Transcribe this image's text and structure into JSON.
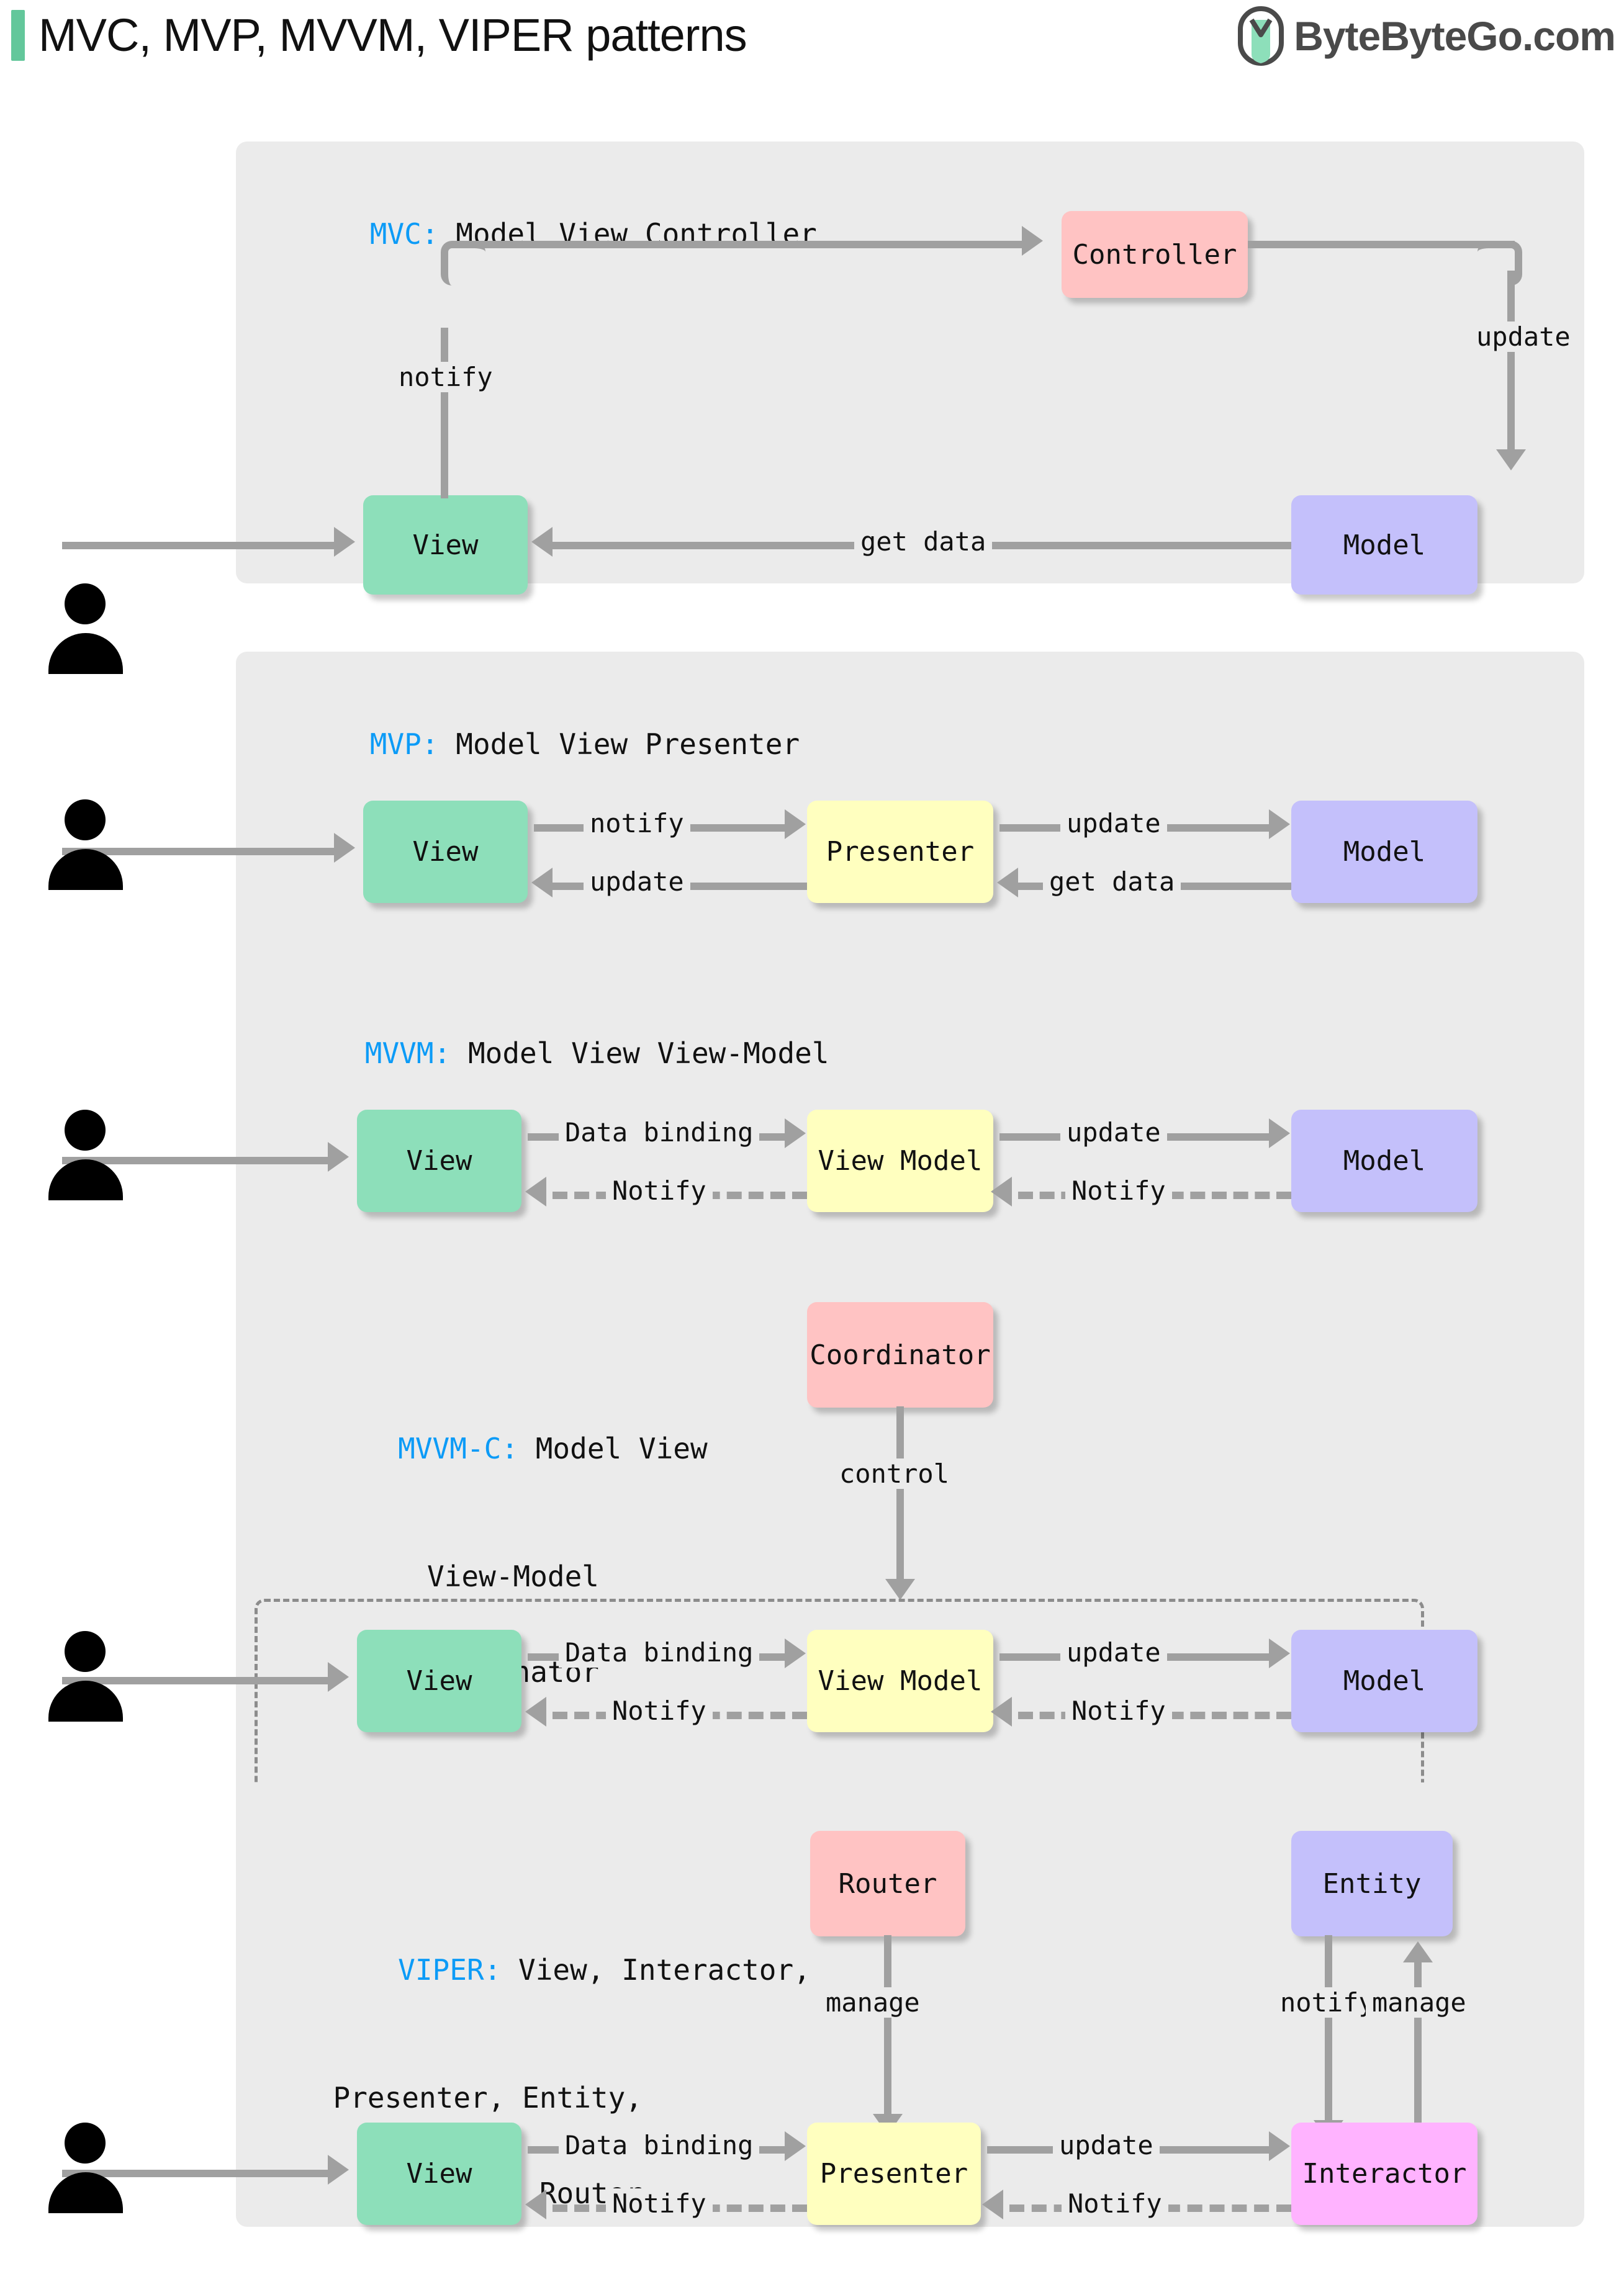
{
  "header": {
    "title": "MVC, MVP, MVVM, VIPER patterns",
    "brand_name": "ByteByteGo.com",
    "accent_color": "#63c79b",
    "brand_text_color": "#4a4a4a"
  },
  "palette": {
    "panel_bg": "#ebebeb",
    "page_bg": "#ffffff",
    "view": "#8ddfba",
    "model": "#c4c0fb",
    "controller": "#ffc3c3",
    "presenter": "#ffffbf",
    "interactor": "#ffb3ff",
    "connector": "#a0a0a0",
    "key_blue": "#0c9bf7"
  },
  "sections": [
    {
      "id": "mvc",
      "key": "MVC:",
      "expansion": " Model View Controller",
      "nodes": {
        "view": "View",
        "controller": "Controller",
        "model": "Model"
      },
      "edges": {
        "notify": "notify",
        "update": "update",
        "get_data": "get data"
      }
    },
    {
      "id": "mvp",
      "key": "MVP:",
      "expansion": " Model View Presenter",
      "nodes": {
        "view": "View",
        "presenter": "Presenter",
        "model": "Model"
      },
      "edges": {
        "notify": "notify",
        "update_back": "update",
        "update": "update",
        "get_data": "get data"
      }
    },
    {
      "id": "mvvm",
      "key": "MVVM:",
      "expansion": " Model View View-Model",
      "nodes": {
        "view": "View",
        "view_model": "View Model",
        "model": "Model"
      },
      "edges": {
        "data_binding": "Data binding",
        "notify_left": "Notify",
        "update": "update",
        "notify_right": "Notify"
      }
    },
    {
      "id": "mvvmc",
      "key": "MVVM-C:",
      "expansion_lines": [
        " Model View",
        "View-Model",
        "Coordinator"
      ],
      "nodes": {
        "coordinator": "Coordinator",
        "view": "View",
        "view_model": "View Model",
        "model": "Model"
      },
      "edges": {
        "control": "control",
        "data_binding": "Data binding",
        "notify_left": "Notify",
        "update": "update",
        "notify_right": "Notify"
      }
    },
    {
      "id": "viper",
      "key": "VIPER:",
      "expansion_lines": [
        " View, Interactor,",
        "Presenter, Entity,",
        "Router"
      ],
      "nodes": {
        "router": "Router",
        "entity": "Entity",
        "view": "View",
        "presenter": "Presenter",
        "interactor": "Interactor"
      },
      "edges": {
        "manage_router": "manage",
        "notify_entity": "notify",
        "manage_entity": "manage",
        "data_binding": "Data binding",
        "notify_left": "Notify",
        "update": "update",
        "notify_right": "Notify"
      }
    }
  ]
}
